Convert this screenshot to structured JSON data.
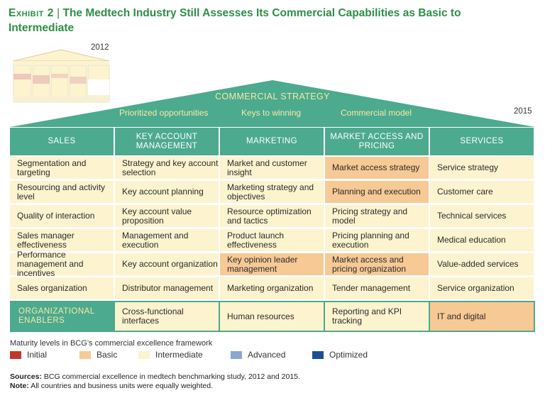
{
  "title": {
    "exhibit": "Exhibit 2",
    "separator": "|",
    "text": "The Medtech Industry Still Assesses Its Commercial Capabilities as Basic to Intermediate"
  },
  "year_2012": "2012",
  "year_2015": "2015",
  "roof": {
    "title": "COMMERCIAL STRATEGY",
    "subitems": [
      "Prioritized opportunities",
      "Keys to winning",
      "Commercial model"
    ]
  },
  "columns": [
    {
      "header": "SALES",
      "cells": [
        {
          "text": "Segmentation and targeting",
          "level": "Intermediate"
        },
        {
          "text": "Resourcing and activity level",
          "level": "Intermediate"
        },
        {
          "text": "Quality of interaction",
          "level": "Intermediate"
        },
        {
          "text": "Sales manager effectiveness",
          "level": "Intermediate"
        },
        {
          "text": "Performance management and incentives",
          "level": "Intermediate"
        },
        {
          "text": "Sales organization",
          "level": "Intermediate"
        }
      ]
    },
    {
      "header": "KEY ACCOUNT MANAGEMENT",
      "cells": [
        {
          "text": "Strategy and key account selection",
          "level": "Intermediate"
        },
        {
          "text": "Key account planning",
          "level": "Intermediate"
        },
        {
          "text": "Key account value proposition",
          "level": "Intermediate"
        },
        {
          "text": "Management and execution",
          "level": "Intermediate"
        },
        {
          "text": "Key account organization",
          "level": "Intermediate"
        },
        {
          "text": "Distributor management",
          "level": "Intermediate"
        }
      ]
    },
    {
      "header": "MARKETING",
      "cells": [
        {
          "text": "Market and customer insight",
          "level": "Intermediate"
        },
        {
          "text": "Marketing strategy and objectives",
          "level": "Intermediate"
        },
        {
          "text": "Resource optimization and tactics",
          "level": "Intermediate"
        },
        {
          "text": "Product launch effectiveness",
          "level": "Intermediate"
        },
        {
          "text": "Key opinion leader management",
          "level": "Basic"
        },
        {
          "text": "Marketing organization",
          "level": "Intermediate"
        }
      ]
    },
    {
      "header": "MARKET ACCESS AND PRICING",
      "cells": [
        {
          "text": "Market access strategy",
          "level": "Basic"
        },
        {
          "text": "Planning and execution",
          "level": "Basic"
        },
        {
          "text": "Pricing strategy and model",
          "level": "Intermediate"
        },
        {
          "text": "Pricing planning and execution",
          "level": "Intermediate"
        },
        {
          "text": "Market access and pricing organization",
          "level": "Basic"
        },
        {
          "text": "Tender management",
          "level": "Intermediate"
        }
      ]
    },
    {
      "header": "SERVICES",
      "cells": [
        {
          "text": "Service strategy",
          "level": "Intermediate"
        },
        {
          "text": "Customer care",
          "level": "Intermediate"
        },
        {
          "text": "Technical services",
          "level": "Intermediate"
        },
        {
          "text": "Medical education",
          "level": "Intermediate"
        },
        {
          "text": "Value-added services",
          "level": "Intermediate"
        },
        {
          "text": "Service organization",
          "level": "Intermediate"
        }
      ]
    }
  ],
  "enablers": {
    "header": "ORGANIZATIONAL ENABLERS",
    "cells": [
      {
        "text": "Cross-functional interfaces",
        "level": "Intermediate"
      },
      {
        "text": "Human resources",
        "level": "Intermediate"
      },
      {
        "text": "Reporting and KPI tracking",
        "level": "Intermediate"
      },
      {
        "text": "IT and digital",
        "level": "Basic"
      }
    ]
  },
  "legend": {
    "title": "Maturity levels in BCG’s commercial excellence framework",
    "items": [
      {
        "label": "Initial",
        "color": "#c0392b"
      },
      {
        "label": "Basic",
        "color": "#f7c995"
      },
      {
        "label": "Intermediate",
        "color": "#fdf3cf"
      },
      {
        "label": "Advanced",
        "color": "#8aa6d2"
      },
      {
        "label": "Optimized",
        "color": "#1f4f8f"
      }
    ]
  },
  "colors": {
    "green": "#4caa8e",
    "title_green": "#2f8e45",
    "basic": "#f7c995",
    "intermediate": "#fdf3cf"
  },
  "sources": {
    "label": "Sources:",
    "text": "BCG commercial excellence in medtech benchmarking study, 2012 and 2015."
  },
  "note": {
    "label": "Note:",
    "text": "All countries and business units were equally weighted."
  }
}
